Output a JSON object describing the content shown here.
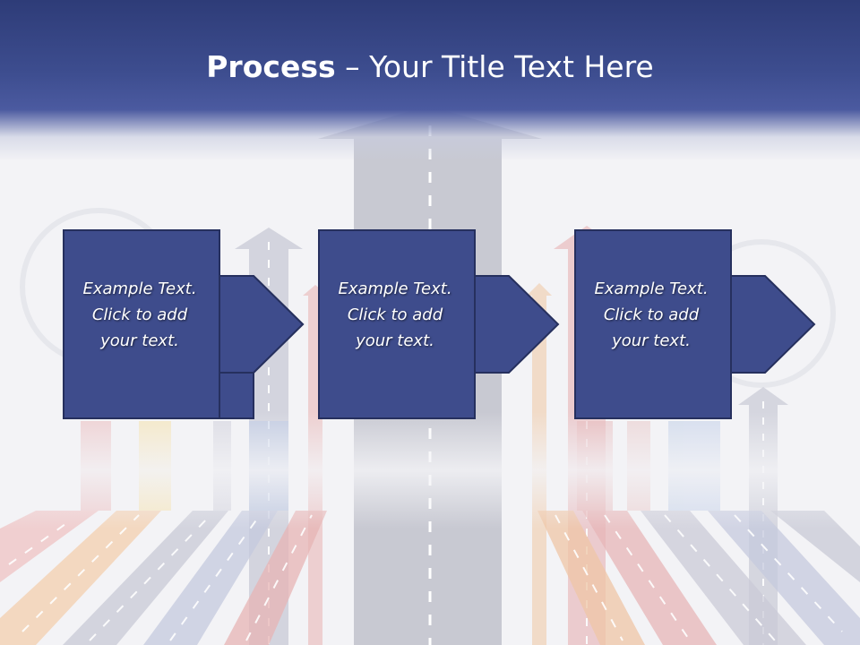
{
  "slide": {
    "title_bold": "Process",
    "title_rest": " – Your Title Text Here"
  },
  "steps": [
    {
      "line1": "Example Text.",
      "line2": "Click  to add",
      "line3": "your text."
    },
    {
      "line1": "Example Text.",
      "line2": "Click  to add",
      "line3": "your text."
    },
    {
      "line1": "Example Text.",
      "line2": "Click  to add",
      "line3": "your text."
    }
  ],
  "colors": {
    "header": "#3d4d8f",
    "box_fill": "#3e4c8c",
    "box_border": "#2a3466",
    "road_gray": "#c9cad2",
    "road_red": "#e9b8bc",
    "road_orange": "#f1c9a8",
    "road_blue": "#c9cde3"
  }
}
